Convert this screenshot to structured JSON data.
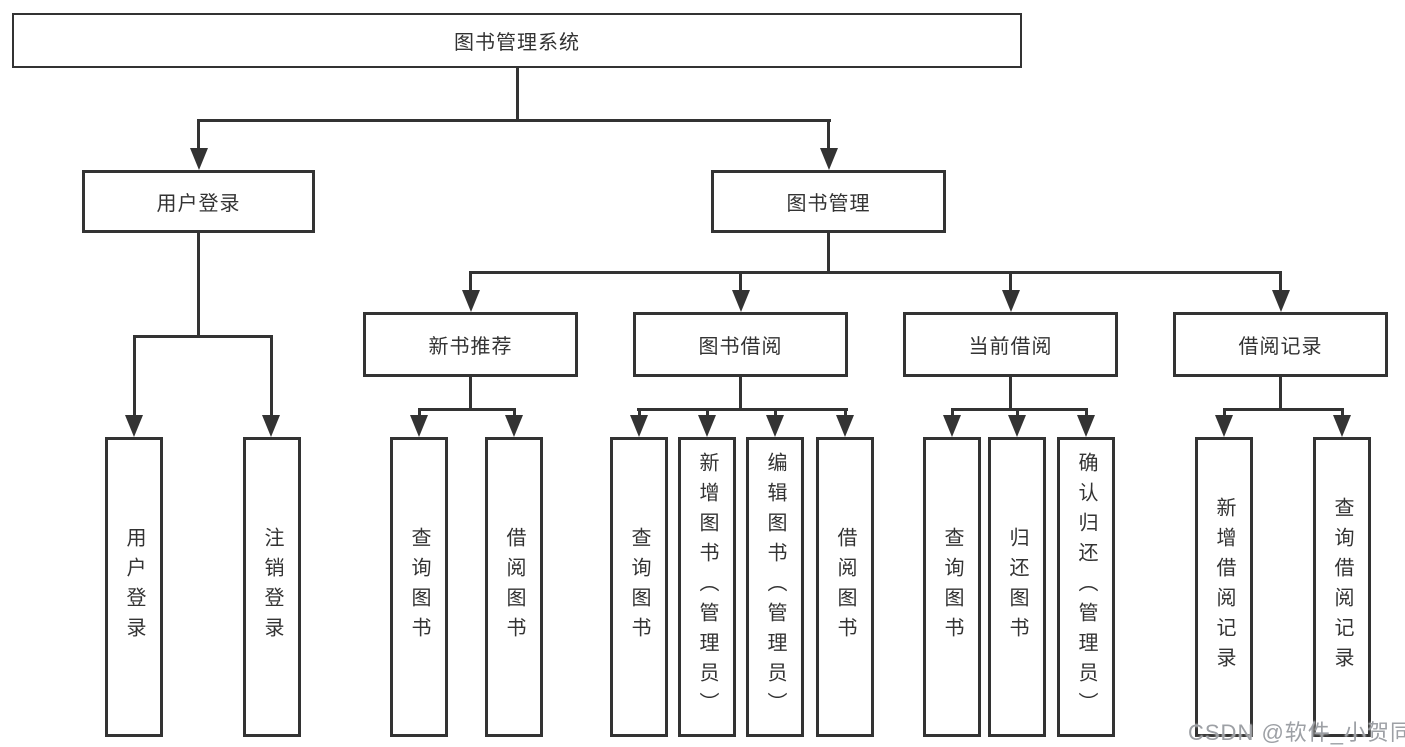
{
  "colors": {
    "line": "#333333",
    "box_border": "#333333",
    "text": "#333333",
    "background": "#ffffff",
    "watermark": "#9da0a5"
  },
  "watermark": {
    "text": "CSDN @软件_小贺同学"
  },
  "tree": {
    "root": {
      "label": "图书管理系统"
    },
    "branches": [
      {
        "label": "用户登录",
        "children": [
          {
            "label": "用户登录"
          },
          {
            "label": "注销登录"
          }
        ]
      },
      {
        "label": "图书管理",
        "children": [
          {
            "label": "新书推荐",
            "children": [
              {
                "label": "查询图书"
              },
              {
                "label": "借阅图书"
              }
            ]
          },
          {
            "label": "图书借阅",
            "children": [
              {
                "label": "查询图书"
              },
              {
                "label": "新增图书（管理员）"
              },
              {
                "label": "编辑图书（管理员）"
              },
              {
                "label": "借阅图书"
              }
            ]
          },
          {
            "label": "当前借阅",
            "children": [
              {
                "label": "查询图书"
              },
              {
                "label": "归还图书"
              },
              {
                "label": "确认归还（管理员）"
              }
            ]
          },
          {
            "label": "借阅记录",
            "children": [
              {
                "label": "新增借阅记录"
              },
              {
                "label": "查询借阅记录"
              }
            ]
          }
        ]
      }
    ]
  }
}
